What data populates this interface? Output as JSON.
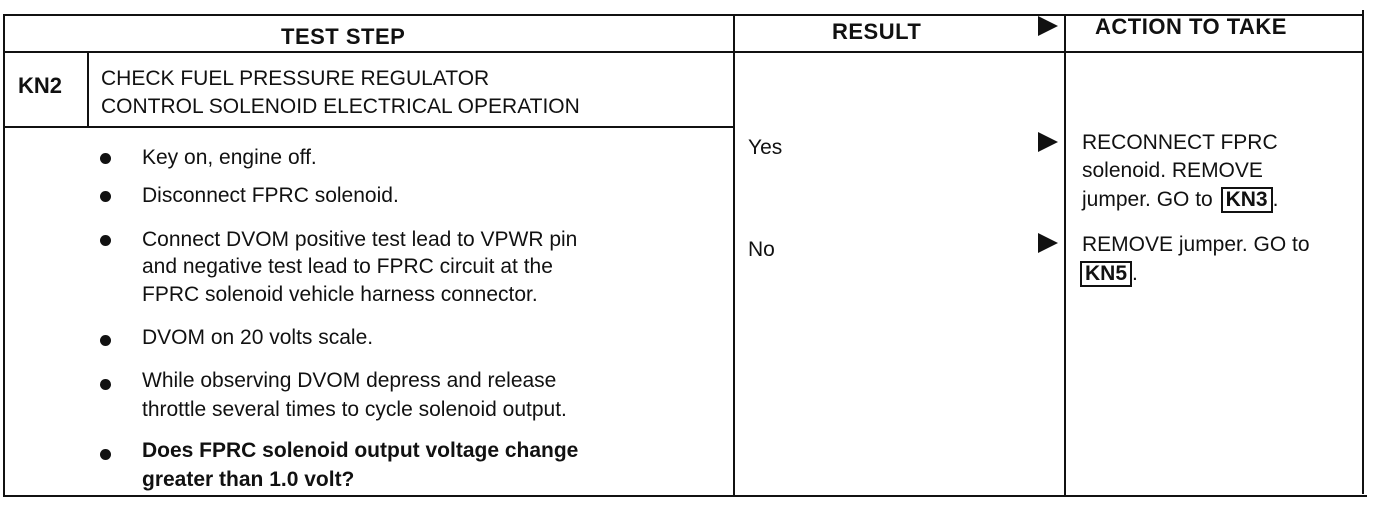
{
  "table": {
    "headers": {
      "test_step": "TEST STEP",
      "result": "RESULT",
      "action": "ACTION TO TAKE"
    },
    "step": {
      "id": "KN2",
      "title_line1": "CHECK FUEL PRESSURE REGULATOR",
      "title_line2": "CONTROL SOLENOID ELECTRICAL OPERATION"
    },
    "bullets": [
      {
        "lines": [
          "Key on, engine off."
        ]
      },
      {
        "lines": [
          "Disconnect FPRC solenoid."
        ]
      },
      {
        "lines": [
          "Connect DVOM positive test lead to VPWR pin",
          "and negative test lead to FPRC circuit at the",
          "FPRC solenoid vehicle harness connector."
        ]
      },
      {
        "lines": [
          "DVOM on 20 volts scale."
        ]
      },
      {
        "lines": [
          "While observing DVOM depress and release",
          "throttle several times to cycle solenoid output."
        ]
      },
      {
        "lines": [
          "Does FPRC solenoid output voltage change",
          "greater than 1.0 volt?"
        ]
      }
    ],
    "results": [
      {
        "label": "Yes",
        "action_line1": "RECONNECT FPRC",
        "action_line2": "solenoid. REMOVE",
        "action_line3_prefix": "jumper. GO to",
        "action_ref": "KN3",
        "action_suffix": "."
      },
      {
        "label": "No",
        "action_line1": "REMOVE jumper. GO to",
        "action_ref": "KN5",
        "action_suffix": "."
      }
    ]
  }
}
